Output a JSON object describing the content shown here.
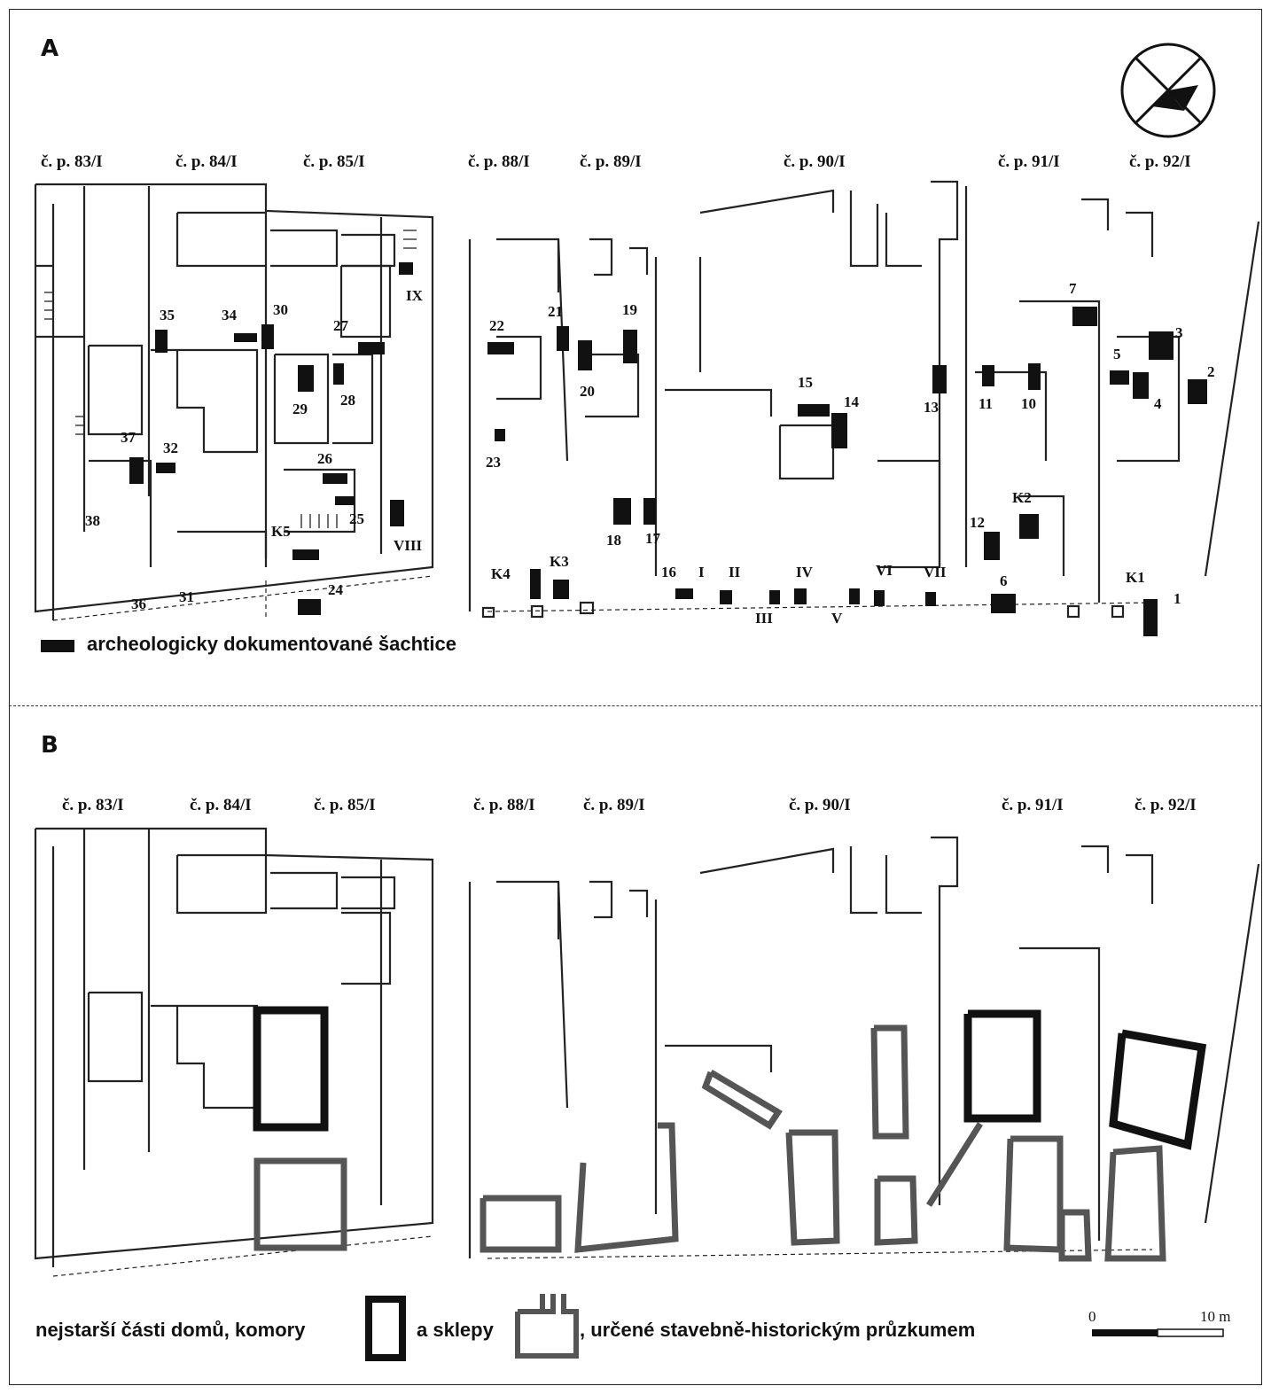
{
  "panels": [
    {
      "letter": "A",
      "houses": [
        "č. p. 83/I",
        "č. p. 84/I",
        "č. p. 85/I",
        "č. p. 88/I",
        "č. p. 89/I",
        "č. p. 90/I",
        "č. p. 91/I",
        "č. p. 92/I"
      ]
    },
    {
      "letter": "B",
      "houses": [
        "č. p. 83/I",
        "č. p. 84/I",
        "č. p. 85/I",
        "č. p. 88/I",
        "č. p. 89/I",
        "č. p. 90/I",
        "č. p. 91/I",
        "č. p. 92/I"
      ]
    }
  ],
  "shaft_labels": [
    "1",
    "2",
    "3",
    "4",
    "5",
    "6",
    "7",
    "10",
    "11",
    "12",
    "13",
    "14",
    "15",
    "16",
    "17",
    "18",
    "19",
    "20",
    "21",
    "22",
    "23",
    "24",
    "25",
    "26",
    "27",
    "28",
    "29",
    "30",
    "31",
    "32",
    "34",
    "35",
    "36",
    "37",
    "38",
    "I",
    "II",
    "III",
    "IV",
    "V",
    "VI",
    "VII",
    "VIII",
    "IX",
    "K1",
    "K2",
    "K3",
    "K4",
    "K5"
  ],
  "legend_a": {
    "text": "archeologicky dokumentované šachtice"
  },
  "legend_b": {
    "part1": "nejstarší části domů, komory",
    "part2": "a sklepy",
    "part3": ", určené stavebně-historickým průzkumem"
  },
  "scale": {
    "start": "0",
    "end": "10 m"
  },
  "colors": {
    "shaft": "#111111",
    "chamber": "#111111",
    "cellar": "#555555",
    "line": "#222222"
  }
}
